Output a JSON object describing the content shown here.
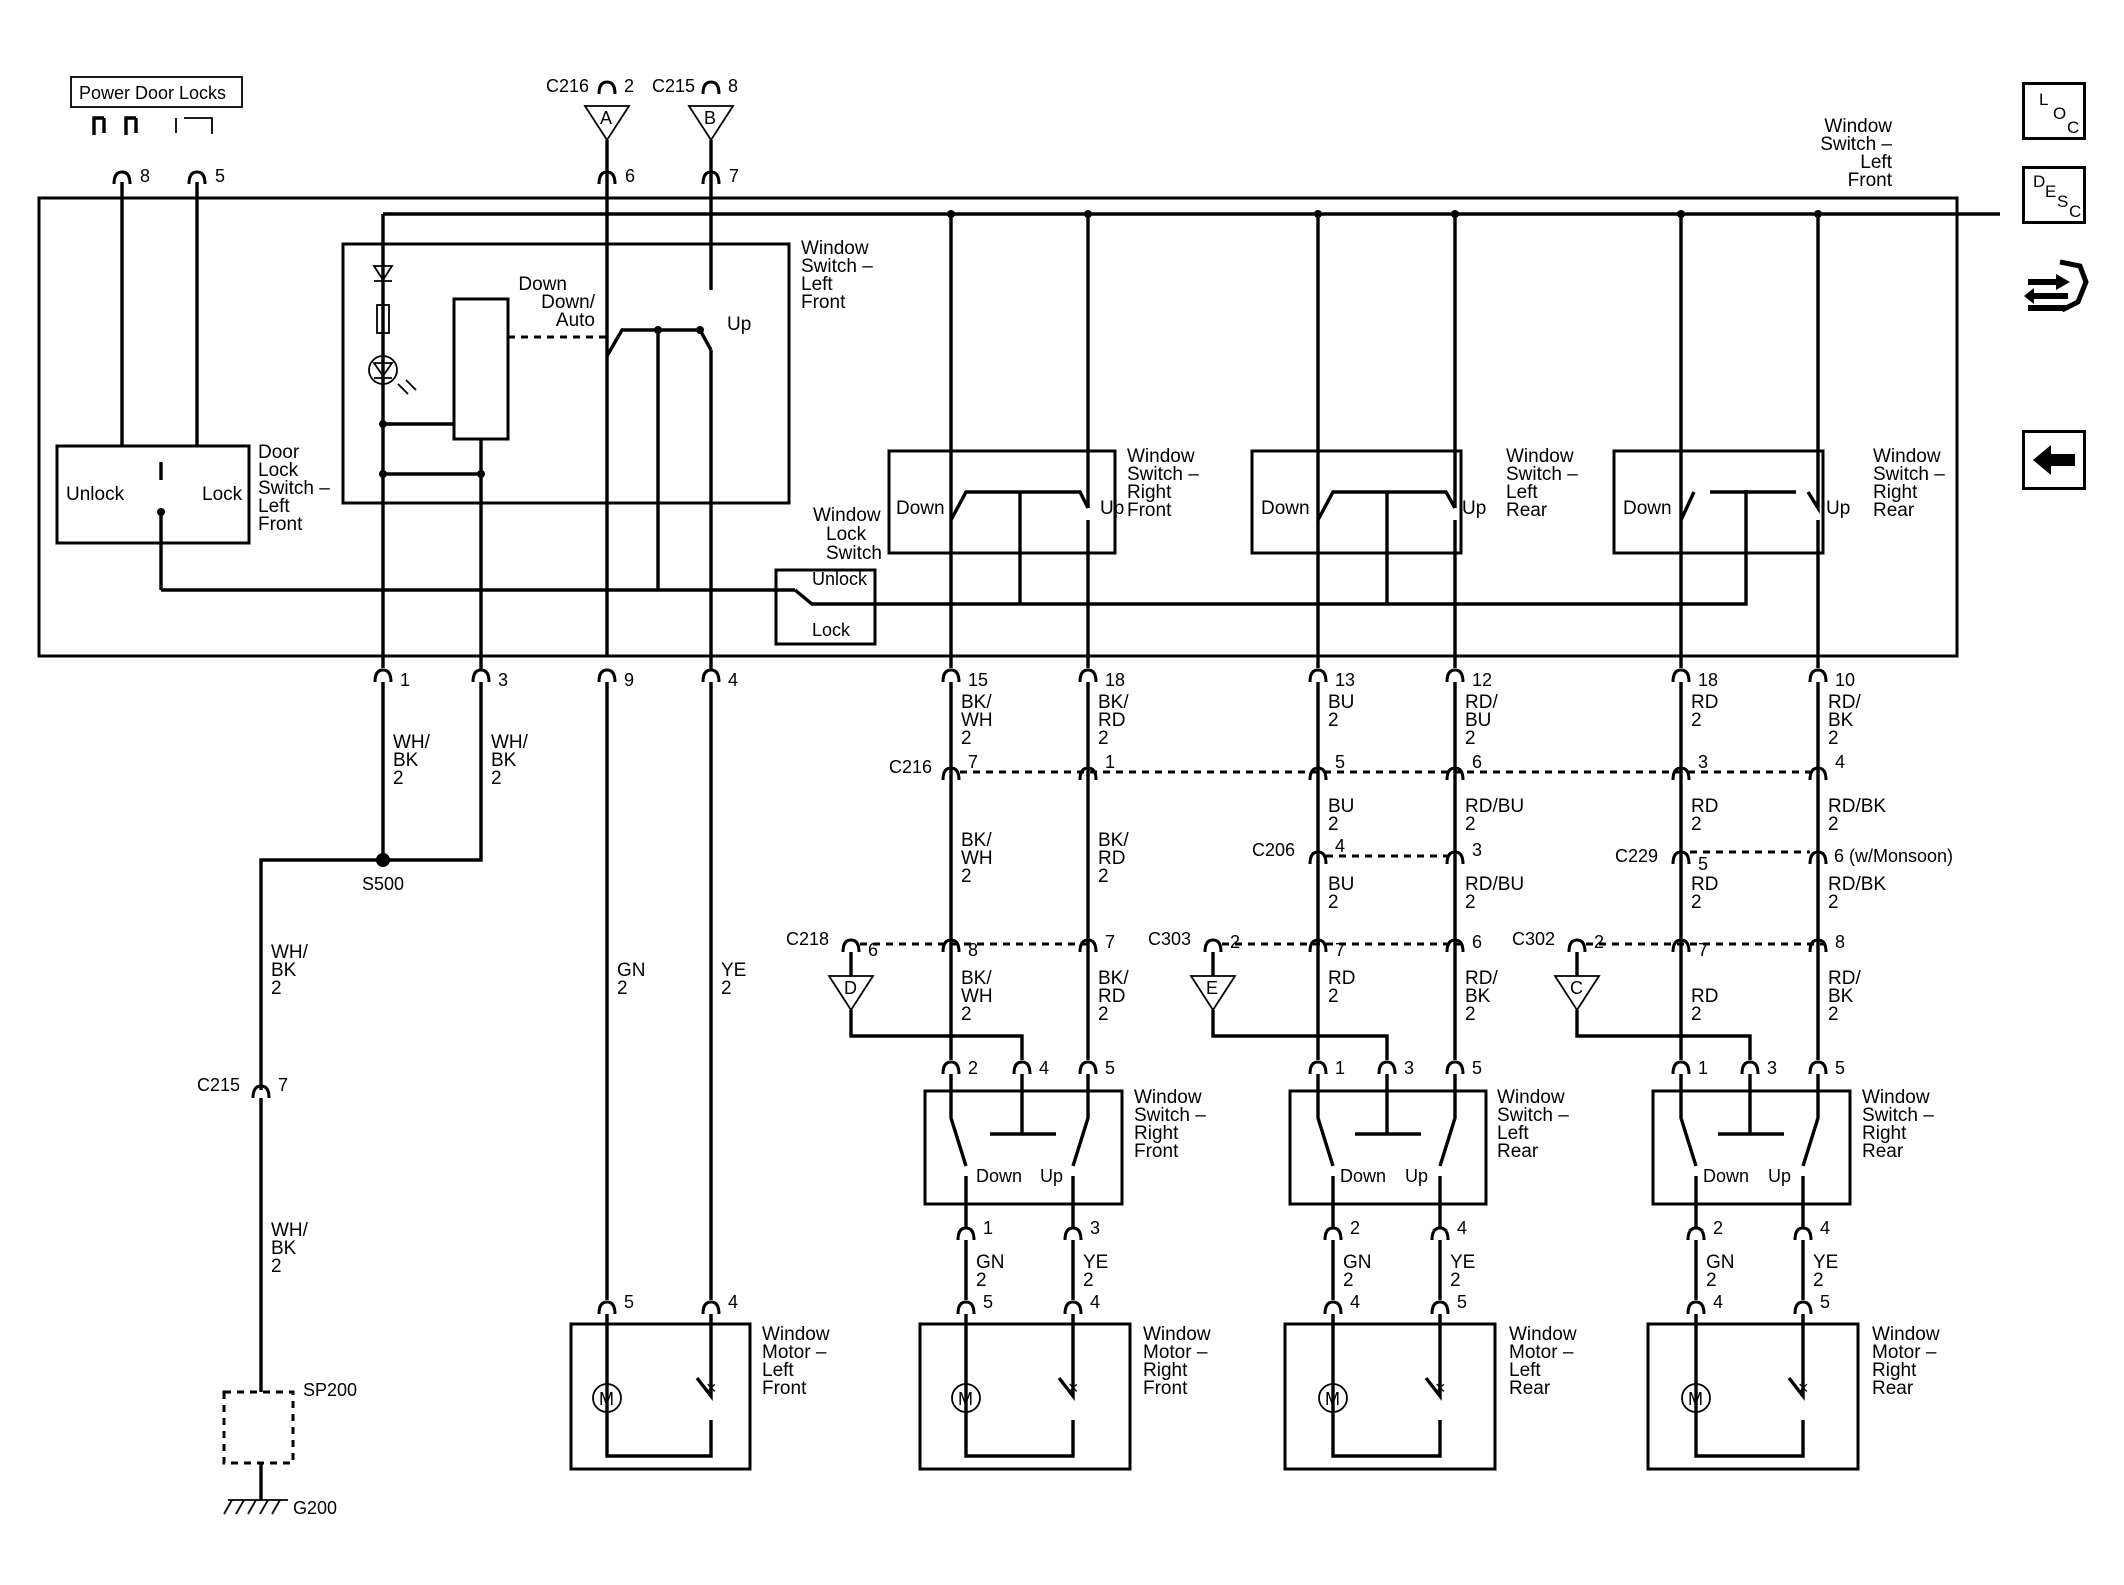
{
  "power_door_locks": "Power Door Locks",
  "labels": {
    "c216": "C216",
    "c215": "C215",
    "c218": "C218",
    "c303": "C303",
    "c302": "C302",
    "c206": "C206",
    "c229": "C229",
    "s500": "S500",
    "sp200": "SP200",
    "g200": "G200",
    "w_monsoon": "6 (w/Monsoon)"
  },
  "inline_connectors": {
    "a": "A",
    "b": "B",
    "c": "C",
    "d": "D",
    "e": "E"
  },
  "components": {
    "wsw_lf_main": [
      "Window",
      "Switch –",
      "Left",
      "Front"
    ],
    "wsw_lf_inner": [
      "Window",
      "Switch –",
      "Left",
      "Front"
    ],
    "door_lock_sw": [
      "Door",
      "Lock",
      "Switch –",
      "Left",
      "Front"
    ],
    "window_lock_sw": [
      "Window",
      "Lock",
      "Switch"
    ],
    "wsw_rf_top": [
      "Window",
      "Switch –",
      "Right",
      "Front"
    ],
    "wsw_lr_top": [
      "Window",
      "Switch –",
      "Left",
      "Rear"
    ],
    "wsw_rr_top": [
      "Window",
      "Switch –",
      "Right",
      "Rear"
    ],
    "wsw_rf_bot": [
      "Window",
      "Switch –",
      "Right",
      "Front"
    ],
    "wsw_lr_bot": [
      "Window",
      "Switch –",
      "Left",
      "Rear"
    ],
    "wsw_rr_bot": [
      "Window",
      "Switch –",
      "Right",
      "Rear"
    ],
    "motor_lf": [
      "Window",
      "Motor –",
      "Left",
      "Front"
    ],
    "motor_rf": [
      "Window",
      "Motor –",
      "Right",
      "Front"
    ],
    "motor_lr": [
      "Window",
      "Motor –",
      "Left",
      "Rear"
    ],
    "motor_rr": [
      "Window",
      "Motor –",
      "Right",
      "Rear"
    ]
  },
  "switch_text": {
    "unlock": "Unlock",
    "lock": "Lock",
    "down": "Down",
    "up": "Up",
    "down_auto": [
      "Down",
      "Down/",
      "Auto"
    ],
    "wl_unlock": "Unlock",
    "wl_lock": "Lock",
    "motor": "M"
  },
  "wires": {
    "wh_bk": [
      "WH/",
      "BK",
      "2"
    ],
    "bk_wh": [
      "BK/",
      "WH",
      "2"
    ],
    "bk_rd": [
      "BK/",
      "RD",
      "2"
    ],
    "bu": [
      "BU",
      "2"
    ],
    "rd_bu": [
      "RD/",
      "BU",
      "2"
    ],
    "rd_bu_inline": [
      "RD/BU",
      "2"
    ],
    "rd": [
      "RD",
      "2"
    ],
    "rd_bk": [
      "RD/",
      "BK",
      "2"
    ],
    "rd_bk_inline": [
      "RD/BK",
      "2"
    ],
    "gn": [
      "GN",
      "2"
    ],
    "ye": [
      "YE",
      "2"
    ]
  },
  "pins": [
    "1",
    "2",
    "3",
    "4",
    "5",
    "6",
    "7",
    "8",
    "9",
    "10",
    "12",
    "13",
    "15",
    "18"
  ],
  "nav_buttons": {
    "loc": [
      "L",
      "O",
      "C"
    ],
    "desc": [
      "D",
      "E",
      "S",
      "C"
    ],
    "icons": [
      "schematic-nav-icon",
      "back-arrow-icon"
    ]
  }
}
